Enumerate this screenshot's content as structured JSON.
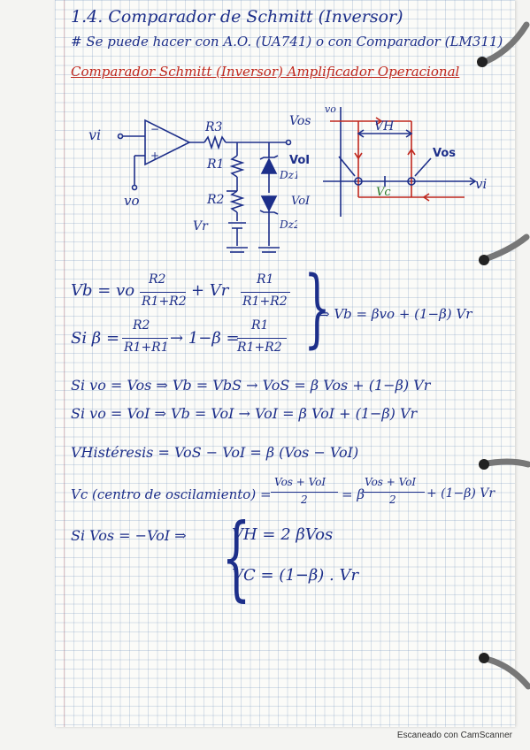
{
  "title": "1.4. Comparador de Schmitt (Inversor)",
  "subtitle_note": "# Se puede hacer con A.O. (UA741) o con Comparador (LM311)",
  "heading_red": "Comparador Schmitt (Inversor) Amplificador Operacional",
  "circuit": {
    "vi": "vi",
    "vo": "vo",
    "r3": "R3",
    "r1": "R1",
    "r2": "R2",
    "vr": "Vr",
    "dz1": "Dz1",
    "dz2": "Dz2",
    "plus": "+",
    "minus": "−"
  },
  "graph": {
    "vo_axis": "vo",
    "vi_axis": "vi",
    "vos_left": "Vos",
    "voi_left": "VoI",
    "vos_right": "Vos",
    "voi_in": "VoI",
    "vh": "VH",
    "vc": "Vc"
  },
  "equations": {
    "eq1_lhs": "Vb = vo",
    "eq1_frac1_num": "R2",
    "eq1_frac1_den": "R1+R2",
    "eq1_mid": "+ Vr",
    "eq1_frac2_num": "R1",
    "eq1_frac2_den": "R1+R2",
    "eq2_lhs": "Si β =",
    "eq2_frac_num": "R2",
    "eq2_frac_den": "R1+R1",
    "eq2_mid": "→ 1−β =",
    "eq2_frac2_num": "R1",
    "eq2_frac2_den": "R1+R2",
    "result": "⇒ Vb = βvo + (1−β) Vr",
    "line3": "Si vo = Vos ⇒ Vb = VbS → VoS = β Vos + (1−β) Vr",
    "line4": "Si vo = VoI ⇒ Vb = VoI → VoI = β VoI + (1−β) Vr",
    "line5": "VHistéresis = VoS − VoI = β (Vos − VoI)",
    "line6_lhs": "Vc (centro de oscilamiento) =",
    "line6_frac1_num": "Vos + VoI",
    "line6_frac1_den": "2",
    "line6_eq": "= β",
    "line6_frac2_num": "Vos + VoI",
    "line6_frac2_den": "2",
    "line6_tail": "+ (1−β) Vr",
    "line7_lhs": "Si Vos = −VoI ⇒",
    "line7_a": "VH = 2 βVos",
    "line7_b": "VC = (1−β) . Vr"
  },
  "footer": "Escaneado con CamScanner",
  "colors": {
    "ink": "#1d2f8a",
    "red_ink": "#c0281e",
    "grid": "#7896be"
  }
}
